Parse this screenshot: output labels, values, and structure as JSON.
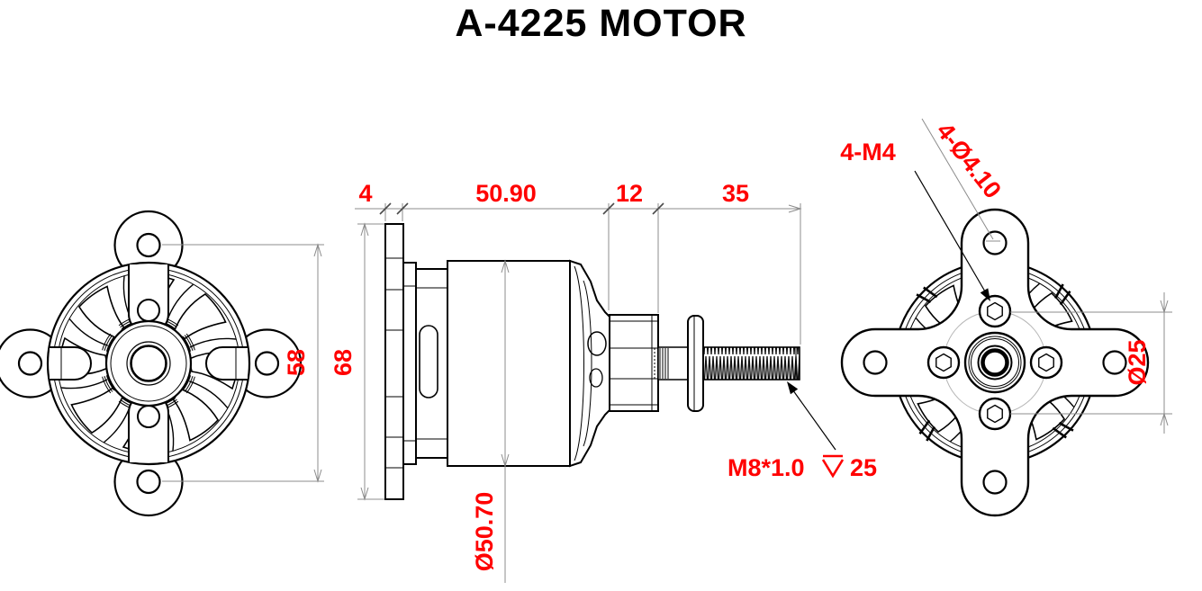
{
  "title": "A-4225 MOTOR",
  "colors": {
    "dimension_text": "#ff0000",
    "drawing_lines": "#000000",
    "dimension_lines": "#8c8c8c"
  },
  "dimensions": {
    "plate_thickness": "4",
    "body_length": "50.90",
    "collar_length": "12",
    "shaft_length": "35",
    "mount_hole_spacing": "58",
    "mount_plate_width": "68",
    "body_diameter": "Ø50.70",
    "bolt_circle_diameter": "Ø25"
  },
  "annotations": {
    "mount_screw_thread": "4-M4",
    "mount_hole_diameter": "4-Ø4.10",
    "shaft_thread_spec": "M8*1.0",
    "shaft_thread_depth": "25",
    "depth_symbol": "↧"
  }
}
